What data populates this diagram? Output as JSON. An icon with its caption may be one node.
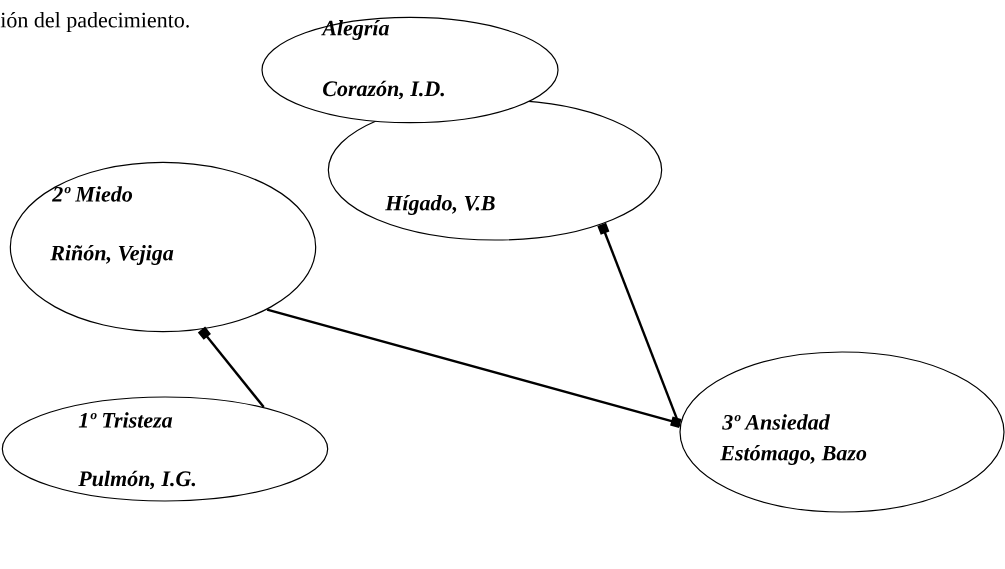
{
  "diagram": {
    "nodes": [
      {
        "text": [
          "Alegría",
          "Corazón, I.D."
        ]
      },
      {
        "text": [
          "Hígado, V.B"
        ]
      },
      {
        "text": [
          "2º Miedo",
          "Riñón, Vejiga"
        ]
      },
      {
        "text": [
          "1º Tristeza",
          "Pulmón, I.G."
        ]
      },
      {
        "text": [
          "3º Ansiedad",
          "Estómago, Bazo"
        ]
      }
    ],
    "edges": [
      {
        "from": 3,
        "to": 2,
        "arrow": "other"
      },
      {
        "from": 2,
        "to": 4,
        "arrow": "other"
      },
      {
        "from": 4,
        "to": 1,
        "arrow": "other"
      }
    ],
    "labels": [
      "ión del padecimiento."
    ]
  }
}
